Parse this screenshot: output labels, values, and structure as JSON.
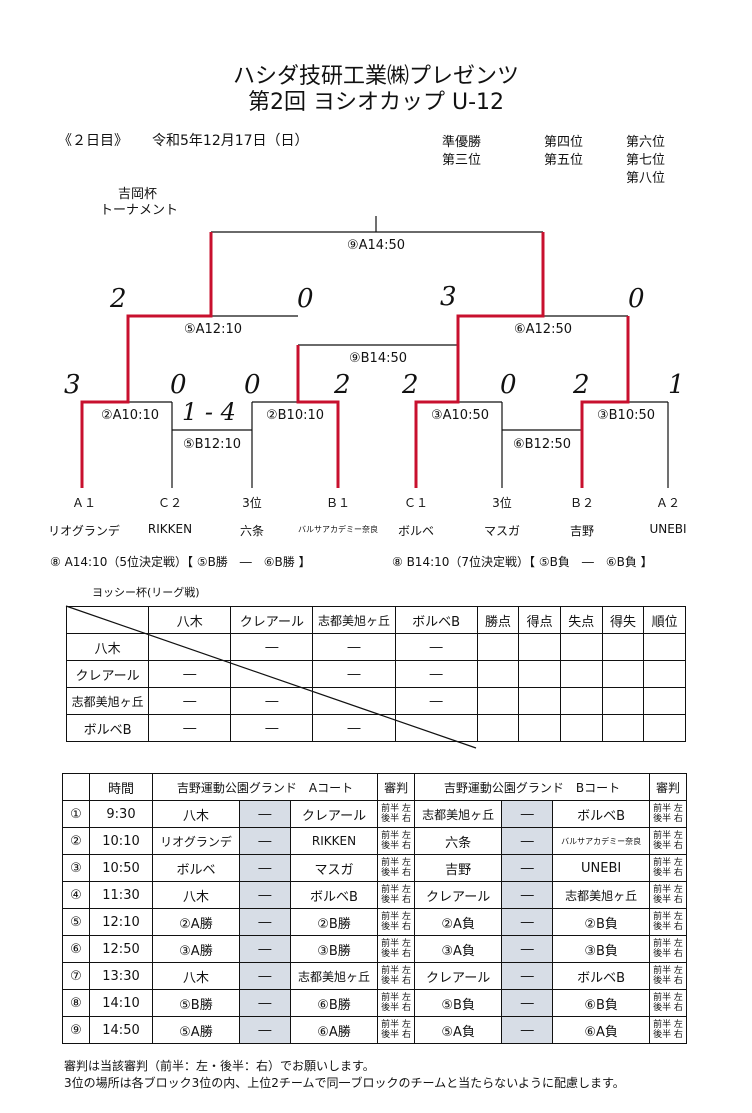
{
  "title_line1": "ハシダ技研工業㈱プレゼンツ",
  "title_line2": "第2回 ヨシオカップ U-12",
  "day_label": "《２日目》",
  "date": "令和5年12月17日（日）",
  "places": {
    "runner_up": "準優勝",
    "third": "第三位",
    "fourth": "第四位",
    "fifth": "第五位",
    "sixth": "第六位",
    "seventh": "第七位",
    "eighth": "第八位"
  },
  "tournament_label": "吉岡杯\nトーナメント",
  "tournament_label_l1": "吉岡杯",
  "tournament_label_l2": "トーナメント",
  "slots": {
    "final": "⑨A14:50",
    "semi_left": "⑤A12:10",
    "semi_right": "⑥A12:50",
    "third_place": "⑨B14:50",
    "q1": "②A10:10",
    "q2": "②B10:10",
    "q3": "③A10:50",
    "q4": "③B10:50",
    "cons_left": "⑤B12:10",
    "cons_right": "⑥B12:50"
  },
  "scores": {
    "semi_left_l": "2",
    "semi_left_r": "0",
    "semi_right_l": "3",
    "semi_right_r": "0",
    "q1_l": "3",
    "q1_r": "0",
    "q2_l": "0",
    "q2_r": "2",
    "q3_l": "2",
    "q3_r": "0",
    "q4_l": "2",
    "q4_r": "1",
    "cons_left": "1 - 4"
  },
  "seeds": [
    "Ａ１",
    "Ｃ２",
    "3位",
    "Ｂ１",
    "Ｃ１",
    "3位",
    "Ｂ２",
    "Ａ２"
  ],
  "teams": [
    "リオグランデ",
    "RIKKEN",
    "六条",
    "バルサアカデミー奈良",
    "ボルベ",
    "マスガ",
    "吉野",
    "UNEBI"
  ],
  "placement_left": "⑧ A14:10（5位決定戦）【 ⑤B勝　―　⑥B勝 】",
  "placement_right": "⑧ B14:10（7位決定戦）【 ⑤B負　―　⑥B負 】",
  "league_label": "ヨッシー杯(リーグ戦)",
  "league": {
    "teams": [
      "八木",
      "クレアール",
      "志都美旭ヶ丘",
      "ボルベB"
    ],
    "stat_headers": [
      "勝点",
      "得点",
      "失点",
      "得失",
      "順位"
    ],
    "dash": "―"
  },
  "schedule": {
    "headers": {
      "time": "時間",
      "court_a": "吉野運動公園グランド　Aコート",
      "court_b": "吉野運動公園グランド　Bコート",
      "ref": "審判"
    },
    "vs": "―",
    "ref_l1": "前半 左",
    "ref_l2": "後半 右",
    "rows": [
      {
        "no": "①",
        "time": "9:30",
        "a1": "八木",
        "a2": "クレアール",
        "b1": "志都美旭ヶ丘",
        "b2": "ボルベB"
      },
      {
        "no": "②",
        "time": "10:10",
        "a1": "リオグランデ",
        "a2": "RIKKEN",
        "b1": "六条",
        "b2": "バルサアカデミー奈良"
      },
      {
        "no": "③",
        "time": "10:50",
        "a1": "ボルベ",
        "a2": "マスガ",
        "b1": "吉野",
        "b2": "UNEBI"
      },
      {
        "no": "④",
        "time": "11:30",
        "a1": "八木",
        "a2": "ボルベB",
        "b1": "クレアール",
        "b2": "志都美旭ヶ丘"
      },
      {
        "no": "⑤",
        "time": "12:10",
        "a1": "②A勝",
        "a2": "②B勝",
        "b1": "②A負",
        "b2": "②B負"
      },
      {
        "no": "⑥",
        "time": "12:50",
        "a1": "③A勝",
        "a2": "③B勝",
        "b1": "③A負",
        "b2": "③B負"
      },
      {
        "no": "⑦",
        "time": "13:30",
        "a1": "八木",
        "a2": "志都美旭ヶ丘",
        "b1": "クレアール",
        "b2": "ボルベB"
      },
      {
        "no": "⑧",
        "time": "14:10",
        "a1": "⑤B勝",
        "a2": "⑥B勝",
        "b1": "⑤B負",
        "b2": "⑥B負"
      },
      {
        "no": "⑨",
        "time": "14:50",
        "a1": "⑤A勝",
        "a2": "⑥A勝",
        "b1": "⑤A負",
        "b2": "⑥A負"
      }
    ]
  },
  "notes": [
    "審判は当該審判（前半：左・後半：右）でお願いします。",
    "3位の場所は各ブロック3位の内、上位2チームで同一ブロックのチームと当たらないように配慮します。"
  ],
  "colors": {
    "winner_line": "#c8102e",
    "shade": "#d7dde6"
  }
}
